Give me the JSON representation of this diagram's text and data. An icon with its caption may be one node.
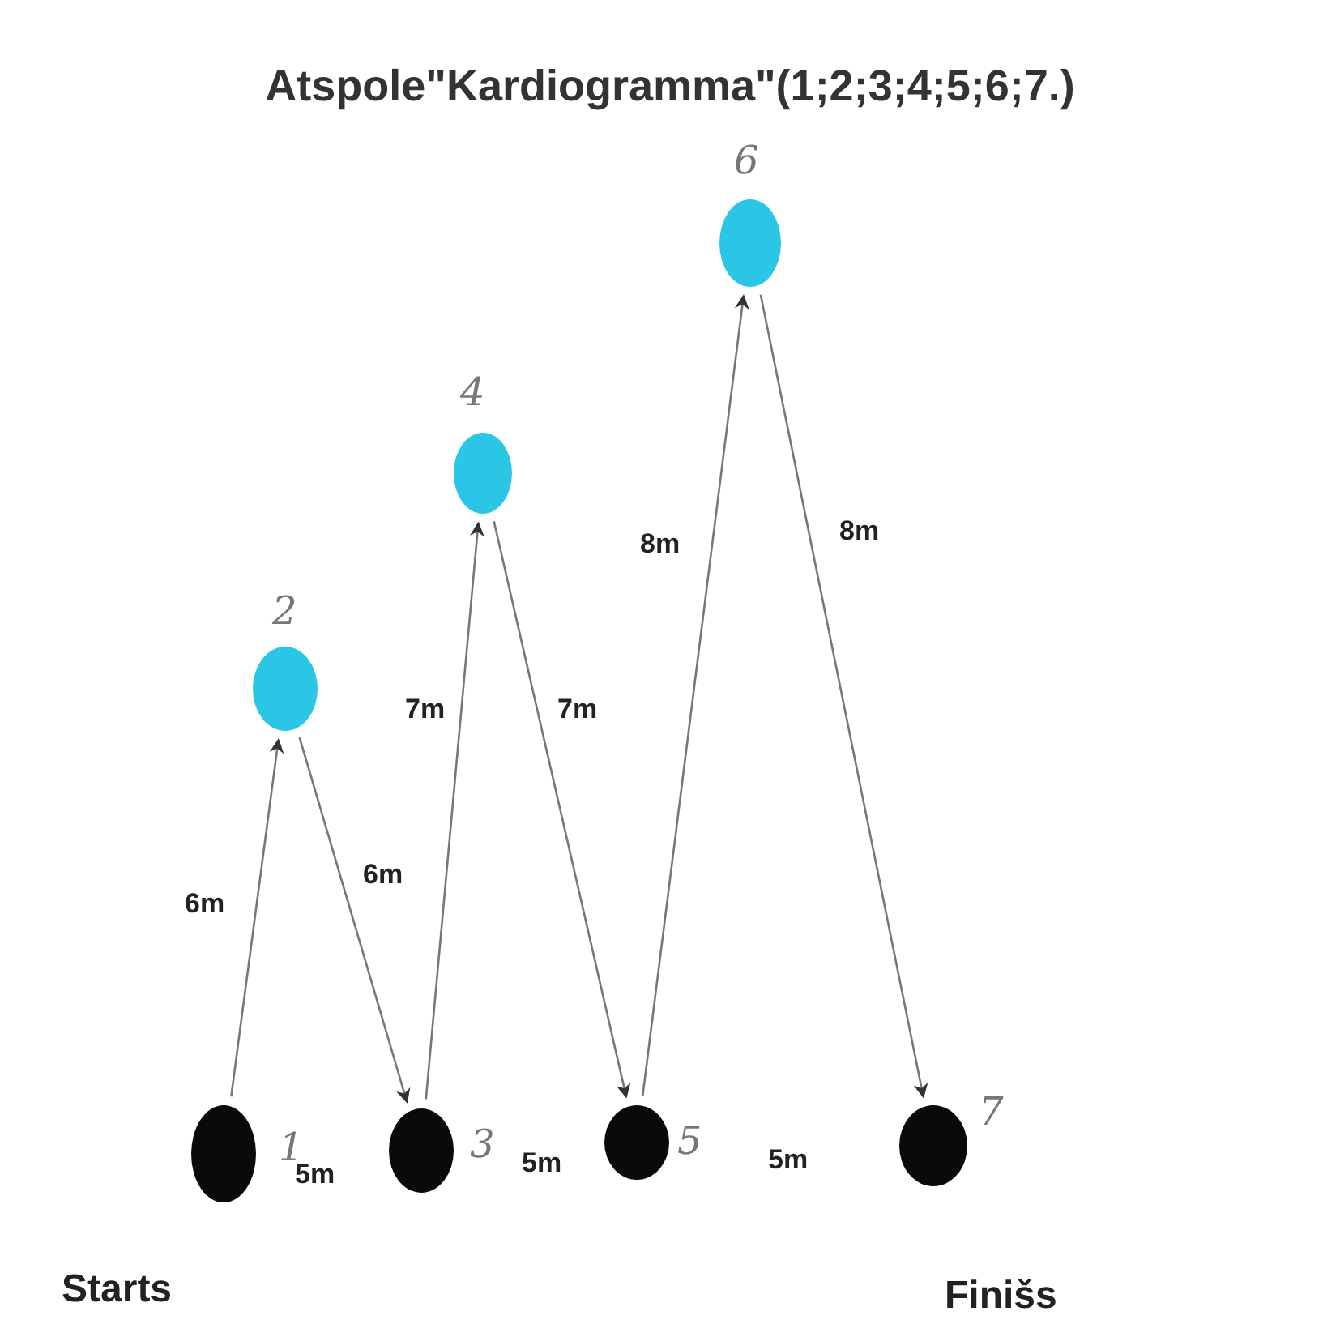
{
  "diagram": {
    "title": "Atspole\"Kardiogramma\"(1;2;3;4;5;6;7.)",
    "nodes": [
      {
        "text": [],
        "shape": "circle",
        "beside": [
          "1"
        ]
      },
      {
        "text": [],
        "shape": "circle",
        "beside": [
          "2"
        ]
      },
      {
        "text": [],
        "shape": "circle",
        "beside": [
          "3"
        ]
      },
      {
        "text": [],
        "shape": "circle",
        "beside": [
          "4"
        ]
      },
      {
        "text": [],
        "shape": "circle",
        "beside": [
          "5"
        ]
      },
      {
        "text": [],
        "shape": "circle",
        "beside": [
          "6"
        ]
      },
      {
        "text": [],
        "shape": "circle",
        "beside": [
          "7"
        ]
      }
    ],
    "edges": [
      {
        "from": 0,
        "to": 1,
        "arrow": "to",
        "label": "6m"
      },
      {
        "from": 1,
        "to": 2,
        "arrow": "to",
        "label": "6m"
      },
      {
        "from": 2,
        "to": 3,
        "arrow": "to",
        "label": "7m"
      },
      {
        "from": 3,
        "to": 4,
        "arrow": "to",
        "label": "7m"
      },
      {
        "from": 4,
        "to": 5,
        "arrow": "to",
        "label": "8m"
      },
      {
        "from": 5,
        "to": 6,
        "arrow": "to",
        "label": "8m"
      }
    ],
    "labels": [
      "5m",
      "5m",
      "5m",
      "Starts",
      "Finišs"
    ]
  }
}
